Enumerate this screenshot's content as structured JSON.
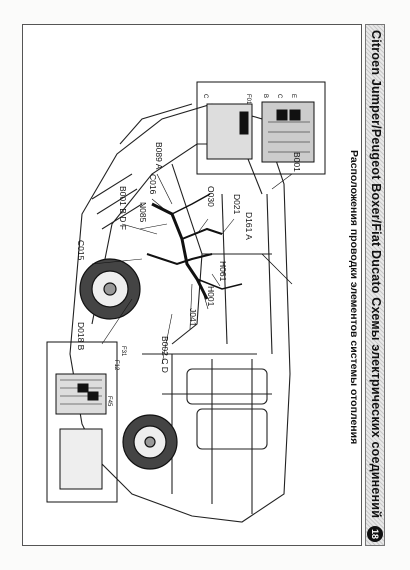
{
  "header": {
    "title": "Citroen Jumper/Peugeot Boxer/Fiat Ducato   Схемы электрических соединений",
    "subtitle": "Расположения проводки элементов системы отопления",
    "page_number": "18"
  },
  "diagram": {
    "component_labels": [
      "B001",
      "D021",
      "D161 A",
      "H061",
      "H001",
      "J041",
      "B002 C D",
      "D018 B",
      "C015",
      "B001 B D F",
      "N085",
      "C016",
      "B089 A",
      "O030"
    ],
    "fusebox_top_labels": [
      "C",
      "F01",
      "B",
      "C",
      "E"
    ],
    "fusebox_bottom_labels": [
      "F31",
      "F12",
      "F45"
    ]
  },
  "colors": {
    "ink": "#111111",
    "title_bar": "#d8d8d8",
    "paper": "#ffffff"
  }
}
